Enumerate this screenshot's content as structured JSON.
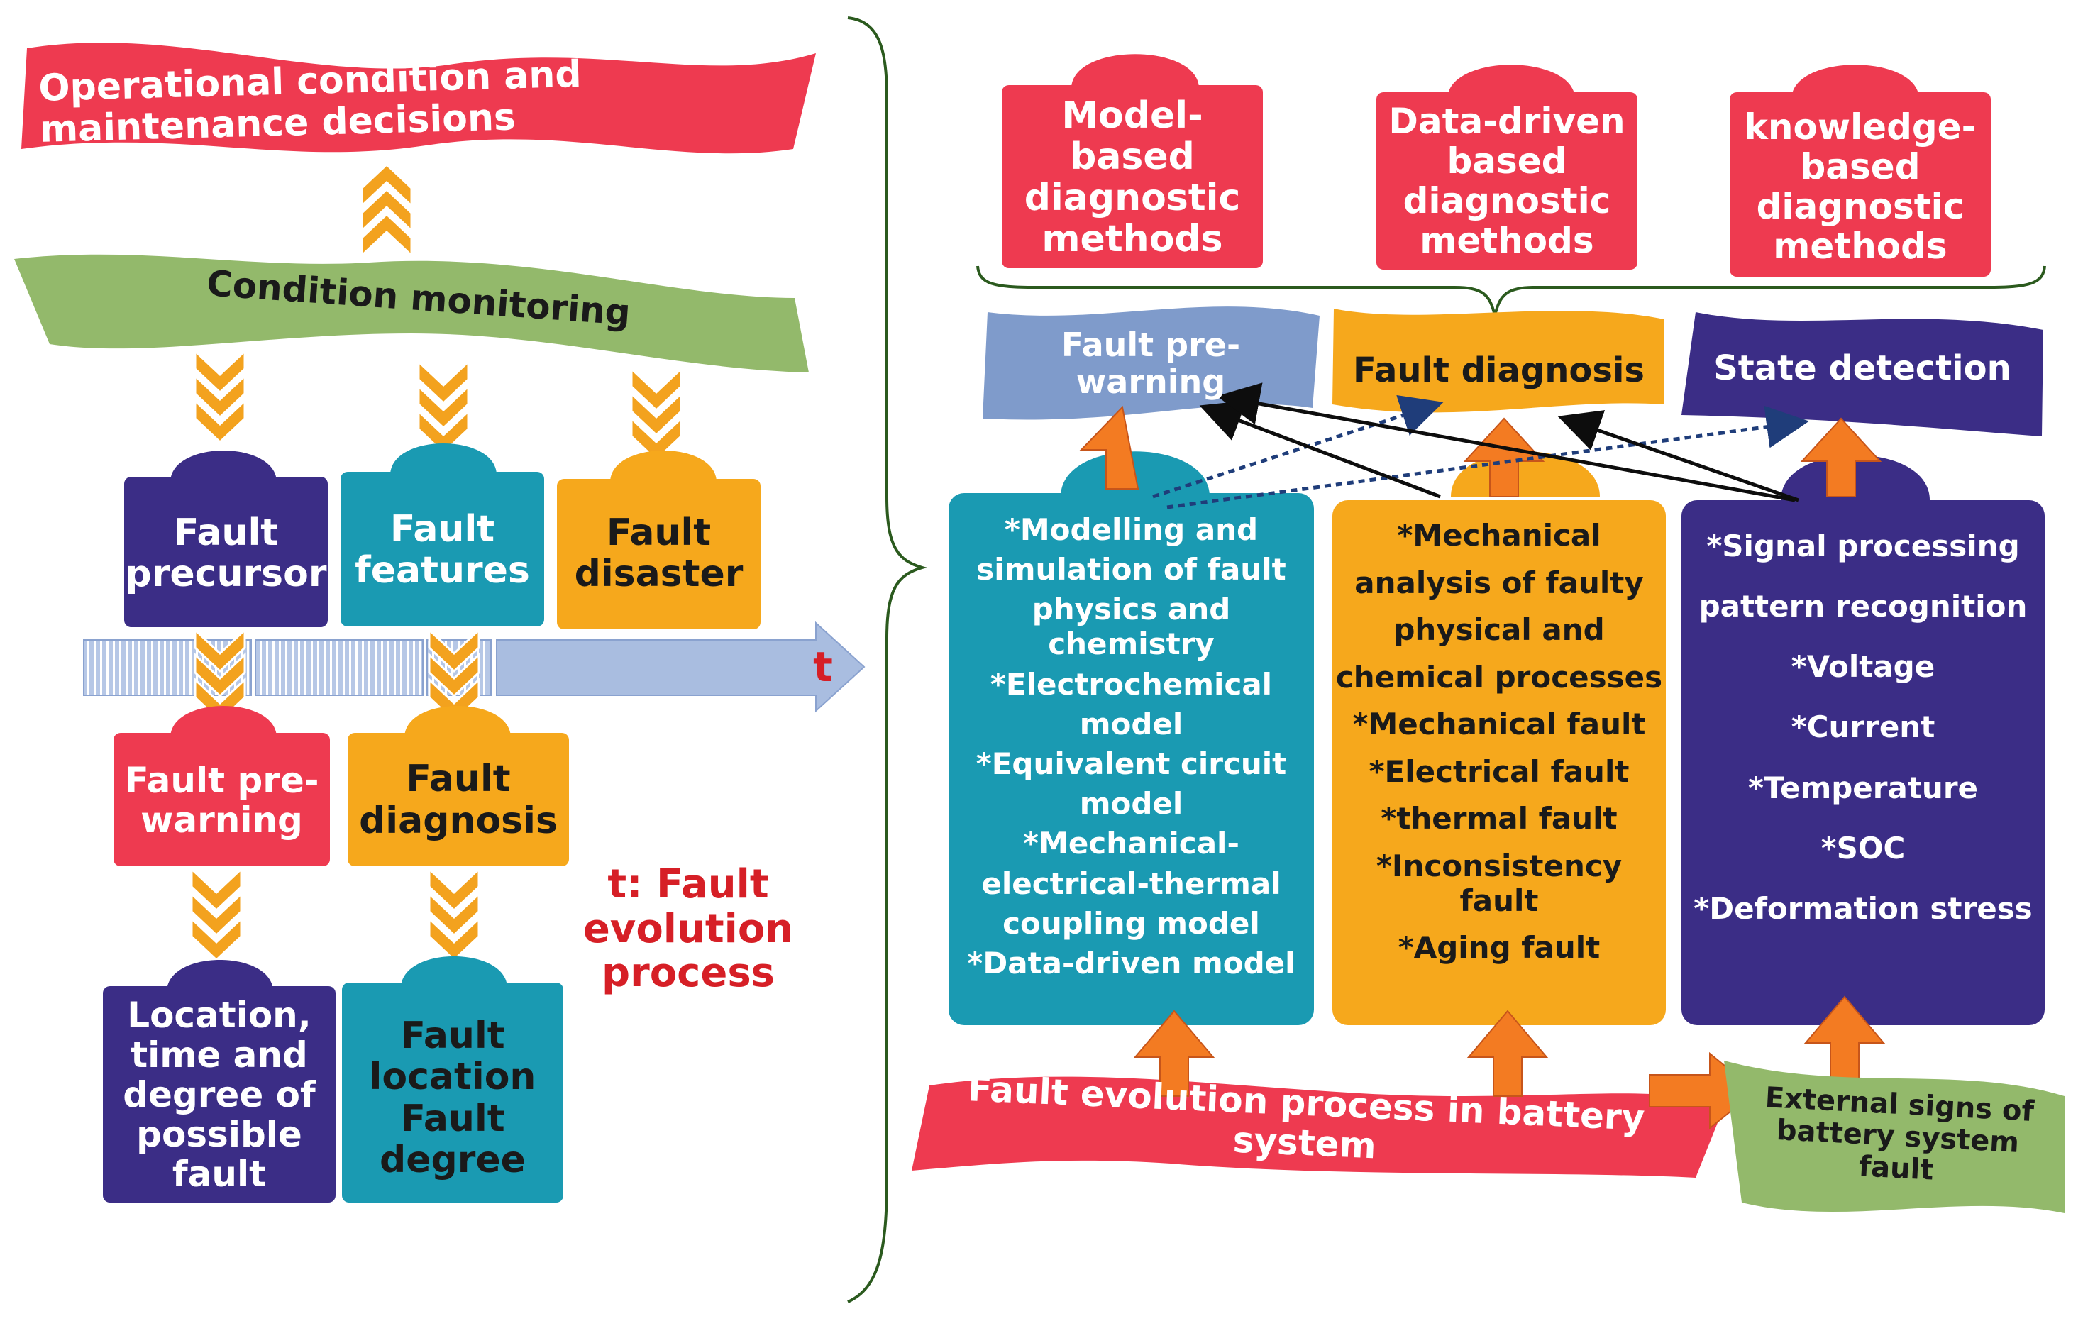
{
  "colors": {
    "red": "#ee3a50",
    "green": "#93b96b",
    "purple": "#3b2d86",
    "teal": "#1a9ab2",
    "orange": "#f6a81c",
    "lightblue": "#7f9bcb",
    "arrow_orange": "#f37b22",
    "timeline": "#a9bde0",
    "brace": "#2b5a1e"
  },
  "left": {
    "top_banner": "Operational condition and\n              maintenance decisions",
    "condition_monitoring": "Condition monitoring",
    "precursor": "Fault\nprecursor",
    "features": "Fault\nfeatures",
    "disaster": "Fault\ndisaster",
    "timeline_label": "t",
    "prewarning": "Fault pre-\nwarning",
    "diagnosis": "Fault\ndiagnosis",
    "evolution_note": "t: Fault evolution\nprocess",
    "location_time": "Location,\ntime and\ndegree of\npossible\nfault",
    "location_degree": "Fault\nlocation\nFault\ndegree"
  },
  "right": {
    "methods": {
      "model": "Model-based\ndiagnostic\nmethods",
      "data": "Data-driven\nbased\ndiagnostic\nmethods",
      "knowledge": "knowledge-\nbased\ndiagnostic\nmethods"
    },
    "headers": {
      "prewarning": "Fault pre-warning",
      "diagnosis": "Fault diagnosis",
      "state": "State detection"
    },
    "teal_items": [
      "*Modelling and",
      "simulation of fault",
      "physics and chemistry",
      "*Electrochemical",
      "model",
      "*Equivalent circuit",
      "model",
      "*Mechanical-",
      "electrical-thermal",
      "coupling model",
      "*Data-driven model"
    ],
    "orange_items": [
      "*Mechanical",
      "analysis of faulty",
      "physical and",
      "chemical processes",
      "*Mechanical fault",
      "*Electrical fault",
      "*thermal fault",
      "*Inconsistency fault",
      "*Aging fault"
    ],
    "purple_items": [
      "*Signal processing",
      "pattern recognition",
      "*Voltage",
      "*Current",
      "*Temperature",
      "*SOC",
      "*Deformation stress"
    ],
    "bottom_banner": "Fault evolution process in battery system",
    "external_signs": "External signs of\nbattery system fault"
  }
}
